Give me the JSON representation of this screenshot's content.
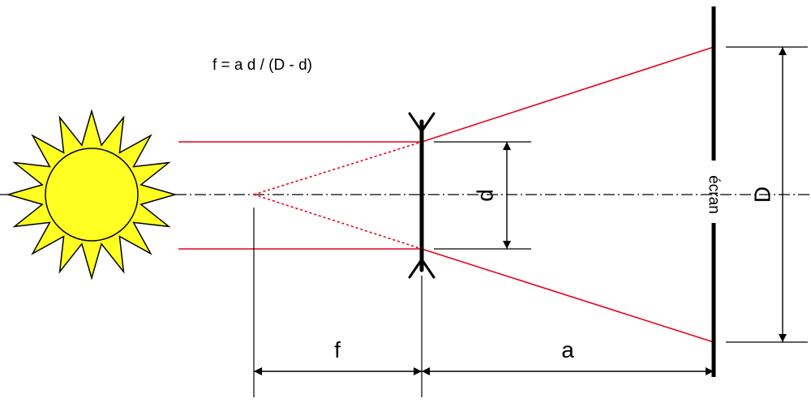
{
  "formula": "f = a d / (D - d)",
  "labels": {
    "screen": "écran",
    "focal": "f",
    "distance": "a",
    "lens_diameter": "d",
    "spot_diameter": "D"
  },
  "colors": {
    "rays": "#e8001c",
    "sun_fill": "#ffff22",
    "ink": "#000000"
  },
  "icons": {
    "sun": "sun-icon",
    "lens": "diverging-lens-icon"
  }
}
